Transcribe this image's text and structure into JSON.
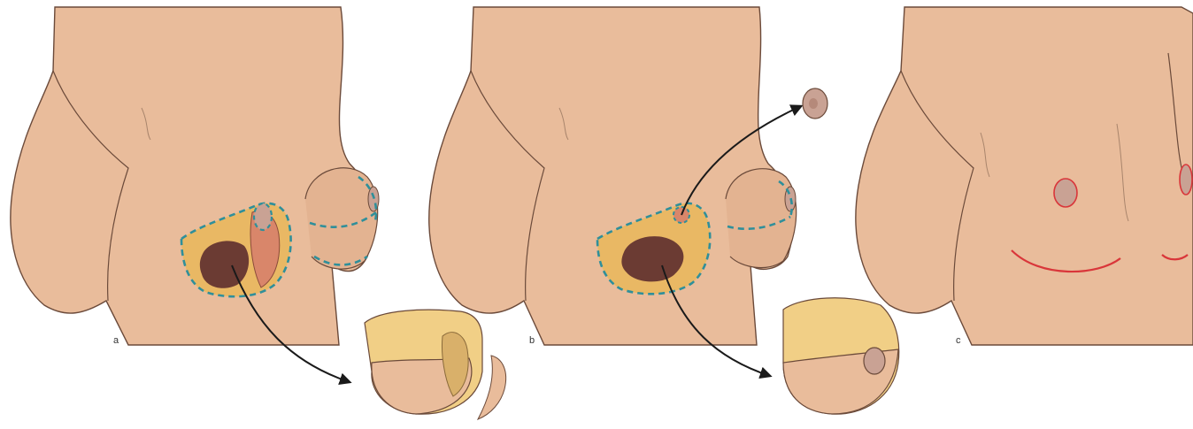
{
  "panels": [
    {
      "id": "a",
      "label": "a"
    },
    {
      "id": "b",
      "label": "b"
    },
    {
      "id": "c",
      "label": "c"
    }
  ],
  "colors": {
    "skin": "#e9bc9b",
    "skin_shadow": "#d9a885",
    "outline": "#6b4a3a",
    "incision": "#2f8f9a",
    "fat": "#e9b864",
    "fat_light": "#f1cf86",
    "tumor": "#6b3b33",
    "muscle": "#d9866a",
    "scar": "#d9363a",
    "arrow": "#1a1a1a",
    "nipple": "#c9a294"
  }
}
